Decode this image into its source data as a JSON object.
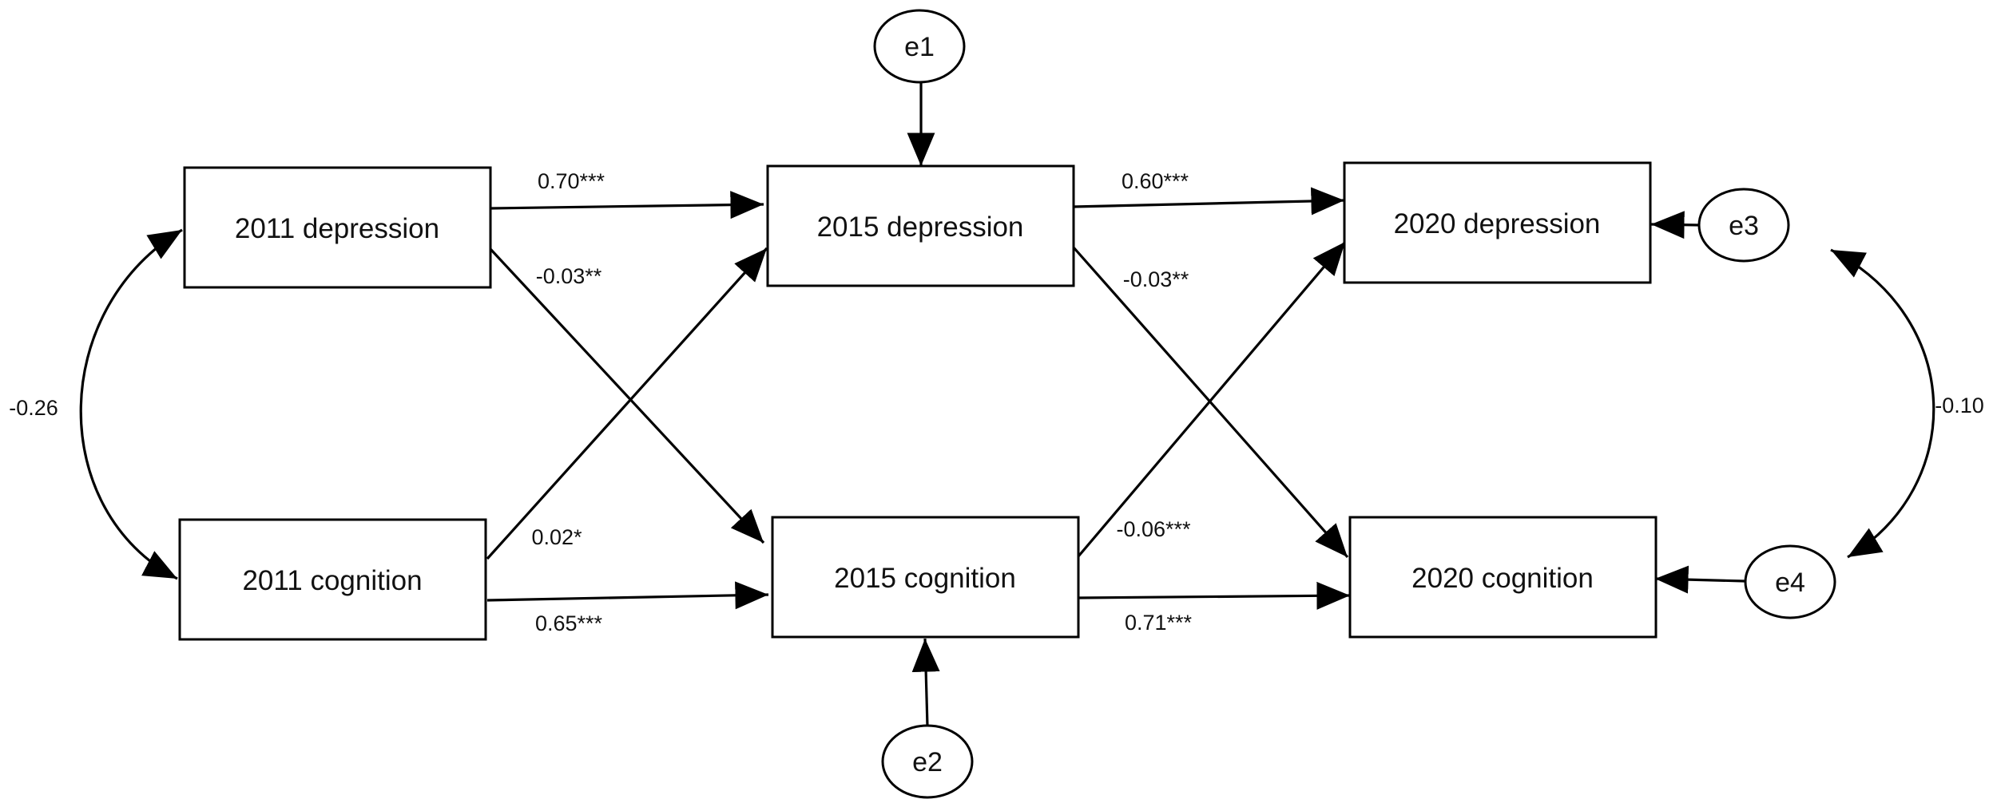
{
  "diagram": {
    "variables": {
      "dep2011": "2011 depression",
      "cog2011": "2011 cognition",
      "dep2015": "2015 depression",
      "cog2015": "2015 cognition",
      "dep2020": "2020 depression",
      "cog2020": "2020 cognition"
    },
    "errors": {
      "e1": "e1",
      "e2": "e2",
      "e3": "e3",
      "e4": "e4"
    },
    "coefficients": {
      "dep2011_dep2015": "0.70***",
      "dep2011_cog2015": "-0.03**",
      "cog2011_dep2015": "0.02*",
      "cog2011_cog2015": "0.65***",
      "dep2015_dep2020": "0.60***",
      "dep2015_cog2020": "-0.03**",
      "cog2015_dep2020": "-0.06***",
      "cog2015_cog2020": "0.71***",
      "cov_2011": "-0.26",
      "cov_e3_e4": "-0.10"
    }
  }
}
